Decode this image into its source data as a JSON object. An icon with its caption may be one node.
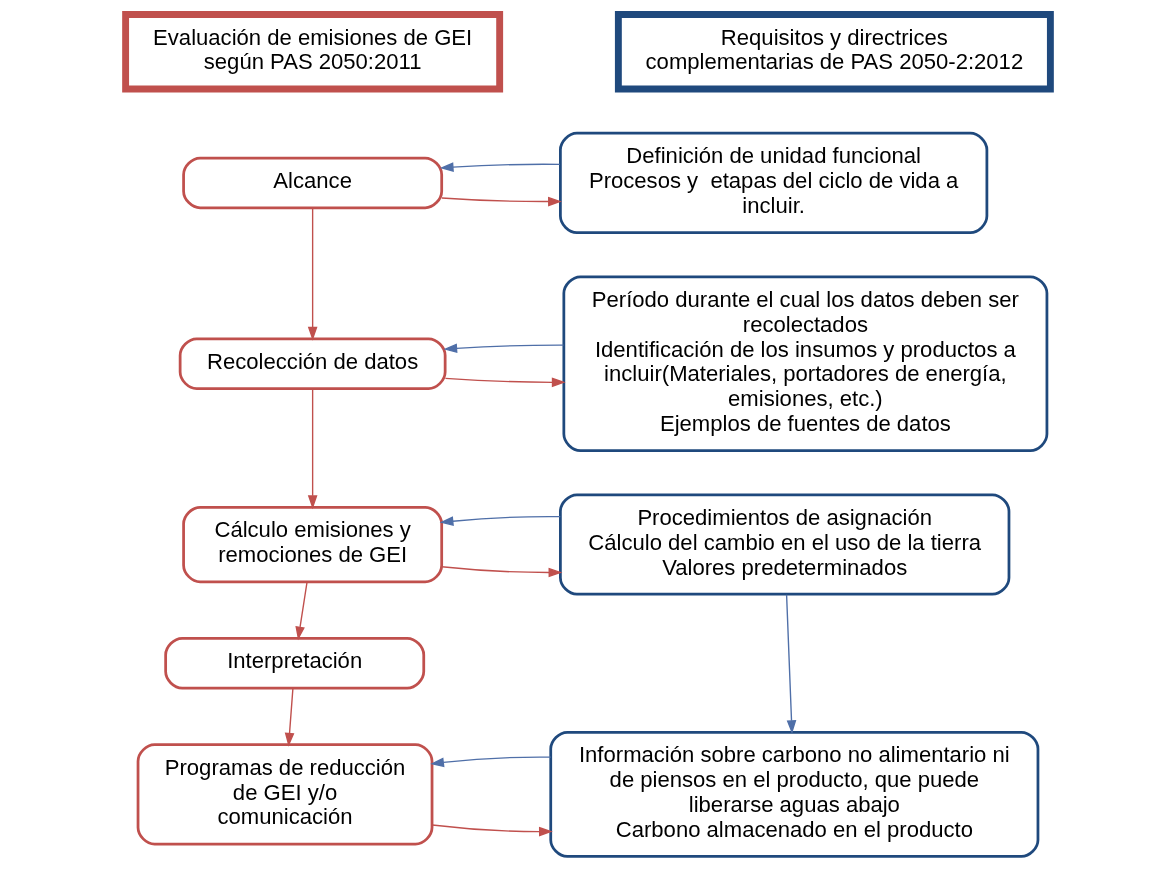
{
  "diagram": {
    "nodes": [
      {
        "text": [
          "Evaluación de emisiones de GEI según PAS 2050:2011"
        ]
      },
      {
        "text": [
          "Requisitos y directrices complementarias de PAS 2050-2:2012"
        ]
      },
      {
        "text": [
          "Alcance"
        ]
      },
      {
        "text": [
          "Definición de unidad funcional",
          "Procesos y  etapas del ciclo de vida a incluir."
        ]
      },
      {
        "text": [
          "Recolección de datos"
        ]
      },
      {
        "text": [
          "Período durante el cual los datos deben ser recolectados",
          "Identificación de los insumos y productos a incluir(Materiales, portadores de energía, emisiones, etc.)",
          "Ejemplos de fuentes de datos"
        ]
      },
      {
        "text": [
          "Cálculo emisiones y remociones de GEI"
        ]
      },
      {
        "text": [
          "Procedimientos de asignación",
          "Cálculo del cambio en el uso de la tierra",
          "Valores predeterminados"
        ]
      },
      {
        "text": [
          "Interpretación"
        ]
      },
      {
        "text": [
          "Programas de reducción de GEI y/o comunicación"
        ]
      },
      {
        "text": [
          "Información sobre carbono no alimentario ni de piensos en el producto, que puede liberarse aguas abajo",
          "Carbono almacenado en el producto"
        ]
      }
    ],
    "edges": [
      {
        "from": 2,
        "to": 3,
        "arrow": "to",
        "color": "#c0504d"
      },
      {
        "from": 3,
        "to": 2,
        "arrow": "to",
        "color": "#4f6fa8"
      },
      {
        "from": 2,
        "to": 4,
        "arrow": "to",
        "color": "#c0504d"
      },
      {
        "from": 4,
        "to": 5,
        "arrow": "to",
        "color": "#c0504d"
      },
      {
        "from": 5,
        "to": 4,
        "arrow": "to",
        "color": "#4f6fa8"
      },
      {
        "from": 4,
        "to": 6,
        "arrow": "to",
        "color": "#c0504d"
      },
      {
        "from": 6,
        "to": 7,
        "arrow": "to",
        "color": "#c0504d"
      },
      {
        "from": 7,
        "to": 6,
        "arrow": "to",
        "color": "#4f6fa8"
      },
      {
        "from": 6,
        "to": 8,
        "arrow": "to",
        "color": "#c0504d"
      },
      {
        "from": 8,
        "to": 9,
        "arrow": "to",
        "color": "#c0504d"
      },
      {
        "from": 7,
        "to": 10,
        "arrow": "to",
        "color": "#4f6fa8"
      },
      {
        "from": 9,
        "to": 10,
        "arrow": "to",
        "color": "#c0504d"
      },
      {
        "from": 10,
        "to": 9,
        "arrow": "to",
        "color": "#4f6fa8"
      }
    ]
  }
}
